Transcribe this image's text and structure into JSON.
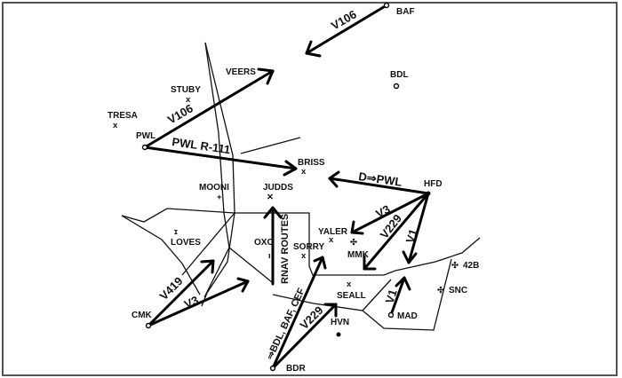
{
  "chart": {
    "type": "aeronautical-routes-diagram",
    "navaids": [
      {
        "id": "BAF",
        "label": "BAF",
        "symbol": "vor"
      },
      {
        "id": "BDL",
        "label": "BDL",
        "symbol": "vor"
      },
      {
        "id": "PWL",
        "label": "PWL",
        "symbol": "vor"
      },
      {
        "id": "HFD",
        "label": "HFD",
        "symbol": "vor"
      },
      {
        "id": "CMK",
        "label": "CMK",
        "symbol": "vor"
      },
      {
        "id": "BDR",
        "label": "BDR",
        "symbol": "vor"
      },
      {
        "id": "MAD",
        "label": "MAD",
        "symbol": "vor"
      },
      {
        "id": "HVN",
        "label": "HVN",
        "symbol": "dot"
      },
      {
        "id": "OXC",
        "label": "OXC",
        "symbol": "airport"
      },
      {
        "id": "MMK",
        "label": "MMK",
        "symbol": "airport"
      },
      {
        "id": "42B",
        "label": "42B",
        "symbol": "airport"
      },
      {
        "id": "SNC",
        "label": "SNC",
        "symbol": "airport"
      }
    ],
    "fixes": [
      {
        "id": "TRESA",
        "label": "TRESA"
      },
      {
        "id": "STUBY",
        "label": "STUBY"
      },
      {
        "id": "VEERS",
        "label": "VEERS"
      },
      {
        "id": "BRISS",
        "label": "BRISS"
      },
      {
        "id": "MOONI",
        "label": "MOONI"
      },
      {
        "id": "JUDDS",
        "label": "JUDDS"
      },
      {
        "id": "LOVES",
        "label": "LOVES"
      },
      {
        "id": "SORRY",
        "label": "SORRY"
      },
      {
        "id": "YALER",
        "label": "YALER"
      },
      {
        "id": "SEALL",
        "label": "SEALL"
      }
    ],
    "routes": [
      {
        "id": "v106-pwl",
        "label": "V106",
        "from": "PWL",
        "to": "VEERS"
      },
      {
        "id": "v106-baf",
        "label": "V106",
        "from": "BAF",
        "to": "VEERS"
      },
      {
        "id": "pwl-r111",
        "label": "PWL R-111",
        "from": "PWL",
        "to": "BRISS"
      },
      {
        "id": "d-pwl",
        "label": "D⇒PWL",
        "from": "HFD",
        "to": "BRISS"
      },
      {
        "id": "v3-hfd",
        "label": "V3",
        "from": "HFD",
        "to": "YALER"
      },
      {
        "id": "v229-hfd",
        "label": "V229",
        "from": "HFD",
        "to": "MMK"
      },
      {
        "id": "v1-hfd",
        "label": "V1",
        "from": "HFD",
        "to": "south"
      },
      {
        "id": "v1-mad",
        "label": "V1",
        "from": "MAD",
        "to": "north"
      },
      {
        "id": "v419",
        "label": "V419",
        "from": "CMK",
        "to": "northeast"
      },
      {
        "id": "v3-cmk",
        "label": "V3",
        "from": "CMK",
        "to": "east"
      },
      {
        "id": "rnav",
        "label": "RNAV ROUTES",
        "from": "south",
        "to": "JUDDS"
      },
      {
        "id": "bdr-bdl",
        "label": "⇒BDL, BAF, CEF",
        "from": "BDR",
        "to": "SORRY"
      },
      {
        "id": "v229-bdr",
        "label": "V229",
        "from": "BDR",
        "to": "SEALL"
      }
    ]
  }
}
